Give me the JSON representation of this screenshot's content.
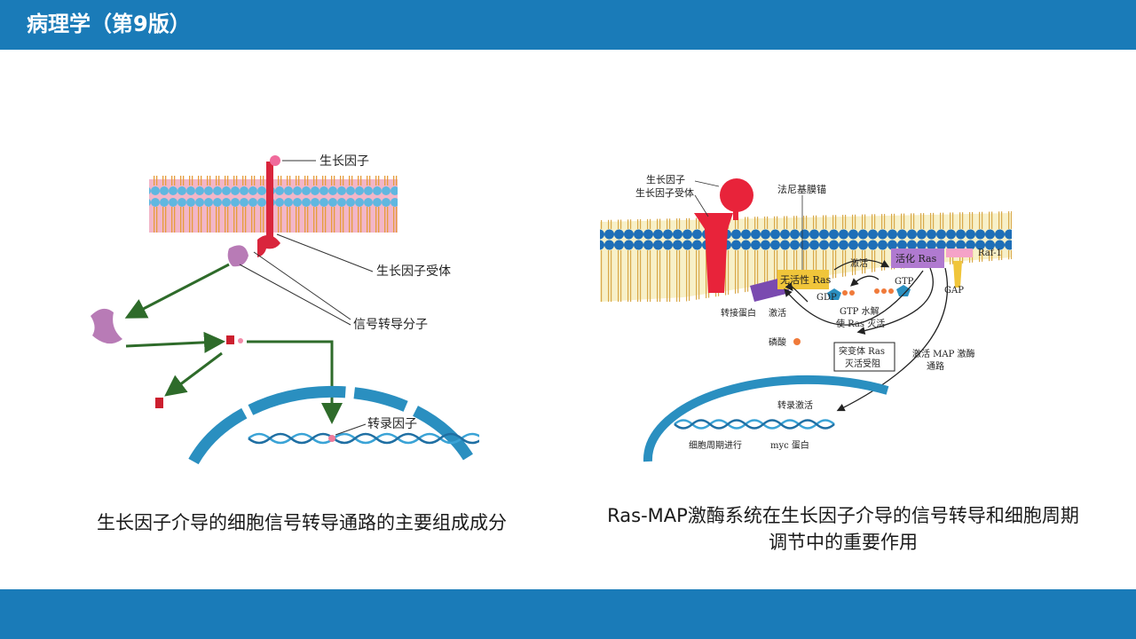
{
  "header": {
    "title": "病理学（第9版）"
  },
  "left_figure": {
    "labels": {
      "growth_factor": "生长因子",
      "receptor": "生长因子受体",
      "transducer": "信号转导分子",
      "transcription_factor": "转录因子"
    },
    "caption": "生长因子介导的细胞信号转导通路的主要组成成分"
  },
  "right_figure": {
    "labels": {
      "growth_factor": "生长因子",
      "receptor": "生长因子受体",
      "farnesyl_anchor": "法尼基膜锚",
      "inactive_ras": "无活性 Ras",
      "active_ras": "活化 Ras",
      "activation_top": "激活",
      "raf": "Raf-1",
      "gdp": "GDP",
      "gtp": "GTP",
      "gap": "GAP",
      "adaptor": "转接蛋白",
      "activation": "激活",
      "hydrolysis_line1": "GTP 水解",
      "hydrolysis_line2": "使 Ras 灭活",
      "phosphate": "磷酸",
      "mutant_line1": "突变体 Ras",
      "mutant_line2": "灭活受阻",
      "map_line1": "激活 MAP 激酶",
      "map_line2": "通路",
      "transcription_activation": "转录激活",
      "cell_cycle": "细胞周期进行",
      "myc": "myc 蛋白"
    },
    "caption_line1": "Ras-MAP激酶系统在生长因子介导的信号转导和细胞周期",
    "caption_line2": "调节中的重要作用"
  }
}
